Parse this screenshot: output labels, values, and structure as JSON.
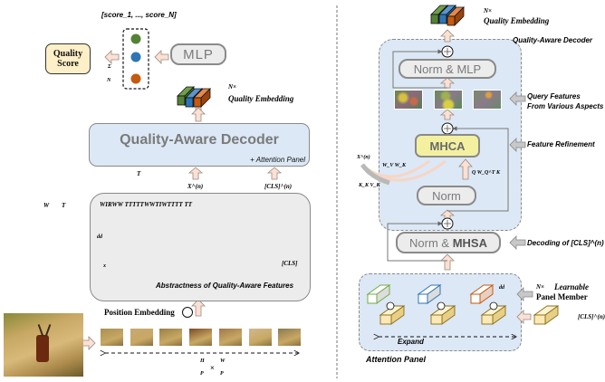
{
  "left": {
    "scores_label": "[score_1, ..., score_N]",
    "quality_score": {
      "line1": "Quality",
      "line2": "Score"
    },
    "score_side_glyphs": {
      "top": "Σ",
      "bottom": "N"
    },
    "mlp_label": "MLP",
    "quality_embedding": {
      "count": "N×",
      "label": "Quality Embedding"
    },
    "decoder": {
      "title": "Quality-Aware Decoder",
      "subtitle": "+ Attention Panel"
    },
    "t_label": "T",
    "wt_labels": {
      "w": "W",
      "t": "T"
    },
    "x_input_label": "X^(n)",
    "cls_input_label": "[CLS]^(n)",
    "encoder": {
      "header_garbled": "WIRWW TTTTTWWTIWTTTT TT",
      "dd_label": "dd",
      "x_label": "x",
      "cls_token_label": "[CLS]",
      "caption": "Abstractness of Quality-Aware Features"
    },
    "position_embedding": "Position Embedding",
    "patch_dims": {
      "h": "H",
      "p1": "P",
      "w": "W",
      "p2": "P",
      "times": "×"
    }
  },
  "right": {
    "quality_embedding": {
      "count": "N×",
      "label": "Quality Embedding"
    },
    "decoder_title": "Quality-Aware Decoder",
    "norm_mlp": "Norm & MLP",
    "query_features": {
      "line1": "Query Features",
      "line2": "From Various Aspects"
    },
    "mhca": "MHCA",
    "feature_refinement": "Feature Refinement",
    "x_label": "X^(n)",
    "wv_label": "W_V W_K",
    "kv_label": "K_K V_K",
    "q_label": "Q W_Q^T K",
    "norm": "Norm",
    "norm_mhsa": {
      "plain": "Norm & ",
      "bold": "MHSA"
    },
    "decoding_of": "Decoding of [CLS]^(n)",
    "attention_panel": {
      "title": "Attention Panel",
      "expand": "Expand",
      "dd_label": "dd",
      "panel_member": {
        "count": "N×",
        "line1": "Learnable",
        "line2": "Panel Member"
      },
      "cls_label": "[CLS]^(n)"
    }
  },
  "colors": {
    "green": "#548235",
    "blue": "#2e75b6",
    "orange": "#c55a11",
    "cls_yellow": "#fde9b5",
    "arrow_peach": "#fbe0d4",
    "decoder_blue": "#dce8f5",
    "mhca_yellow": "#f3f1a0"
  }
}
